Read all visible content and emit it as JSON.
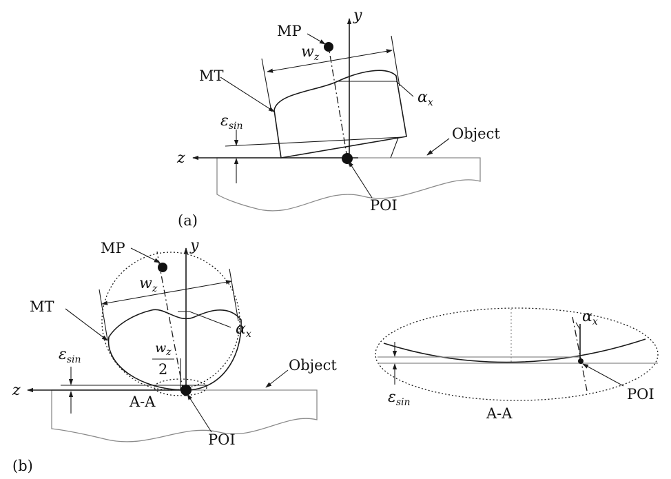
{
  "panel_a": {
    "panel_label": "(a)",
    "mp": "MP",
    "y_axis": "y",
    "z_axis": "z",
    "mt": "MT",
    "object": "Object",
    "poi": "POI",
    "w_main": "w",
    "w_sub": "z",
    "alpha_main": "α",
    "alpha_sub": "x",
    "eps_main": "ε",
    "eps_sub": "sin"
  },
  "panel_b": {
    "panel_label": "(b)",
    "mp": "MP",
    "y_axis": "y",
    "z_axis": "z",
    "mt": "MT",
    "object": "Object",
    "poi": "POI",
    "w_main": "w",
    "w_sub": "z",
    "half_w_main": "w",
    "half_w_sub": "z",
    "half_denominator": "2",
    "alpha_main": "α",
    "alpha_sub": "x",
    "eps_main": "ε",
    "eps_sub": "sin",
    "section": "A-A"
  },
  "detail": {
    "alpha_main": "α",
    "alpha_sub": "x",
    "eps_main": "ε",
    "eps_sub": "sin",
    "poi": "POI",
    "section": "A-A"
  }
}
